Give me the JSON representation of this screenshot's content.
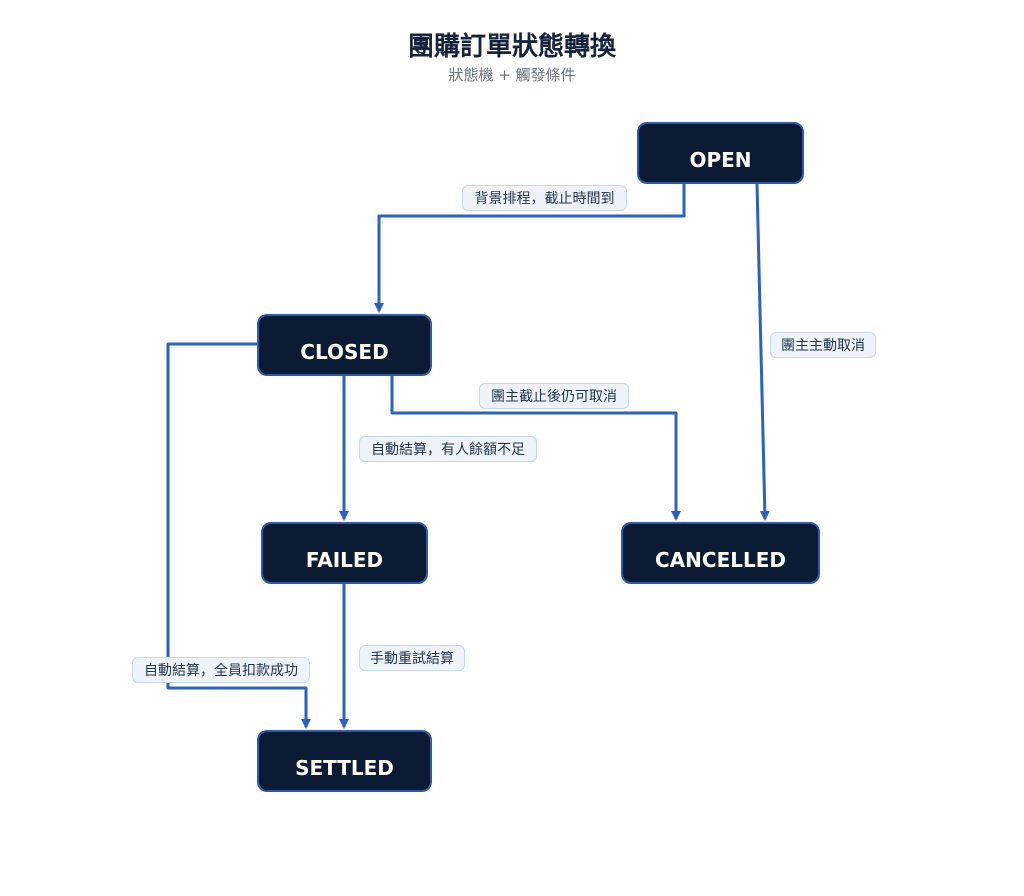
{
  "title": "團購訂單狀態轉換",
  "subtitle": "狀態機 + 觸發條件",
  "states": {
    "open": "OPEN",
    "closed": "CLOSED",
    "failed": "FAILED",
    "cancelled": "CANCELLED",
    "settled": "SETTLED"
  },
  "transitions": {
    "open_to_closed": "背景排程，截止時間到",
    "open_to_cancelled": "團主主動取消",
    "closed_to_cancelled": "團主截止後仍可取消",
    "closed_to_failed": "自動結算，有人餘額不足",
    "failed_to_settled": "手動重試結算",
    "closed_to_settled": "自動結算，全員扣款成功"
  },
  "colors": {
    "node_fill": "#0c1b33",
    "node_border": "#2d5da8",
    "edge": "#2d62b5",
    "label_fill": "#eef3fa"
  }
}
